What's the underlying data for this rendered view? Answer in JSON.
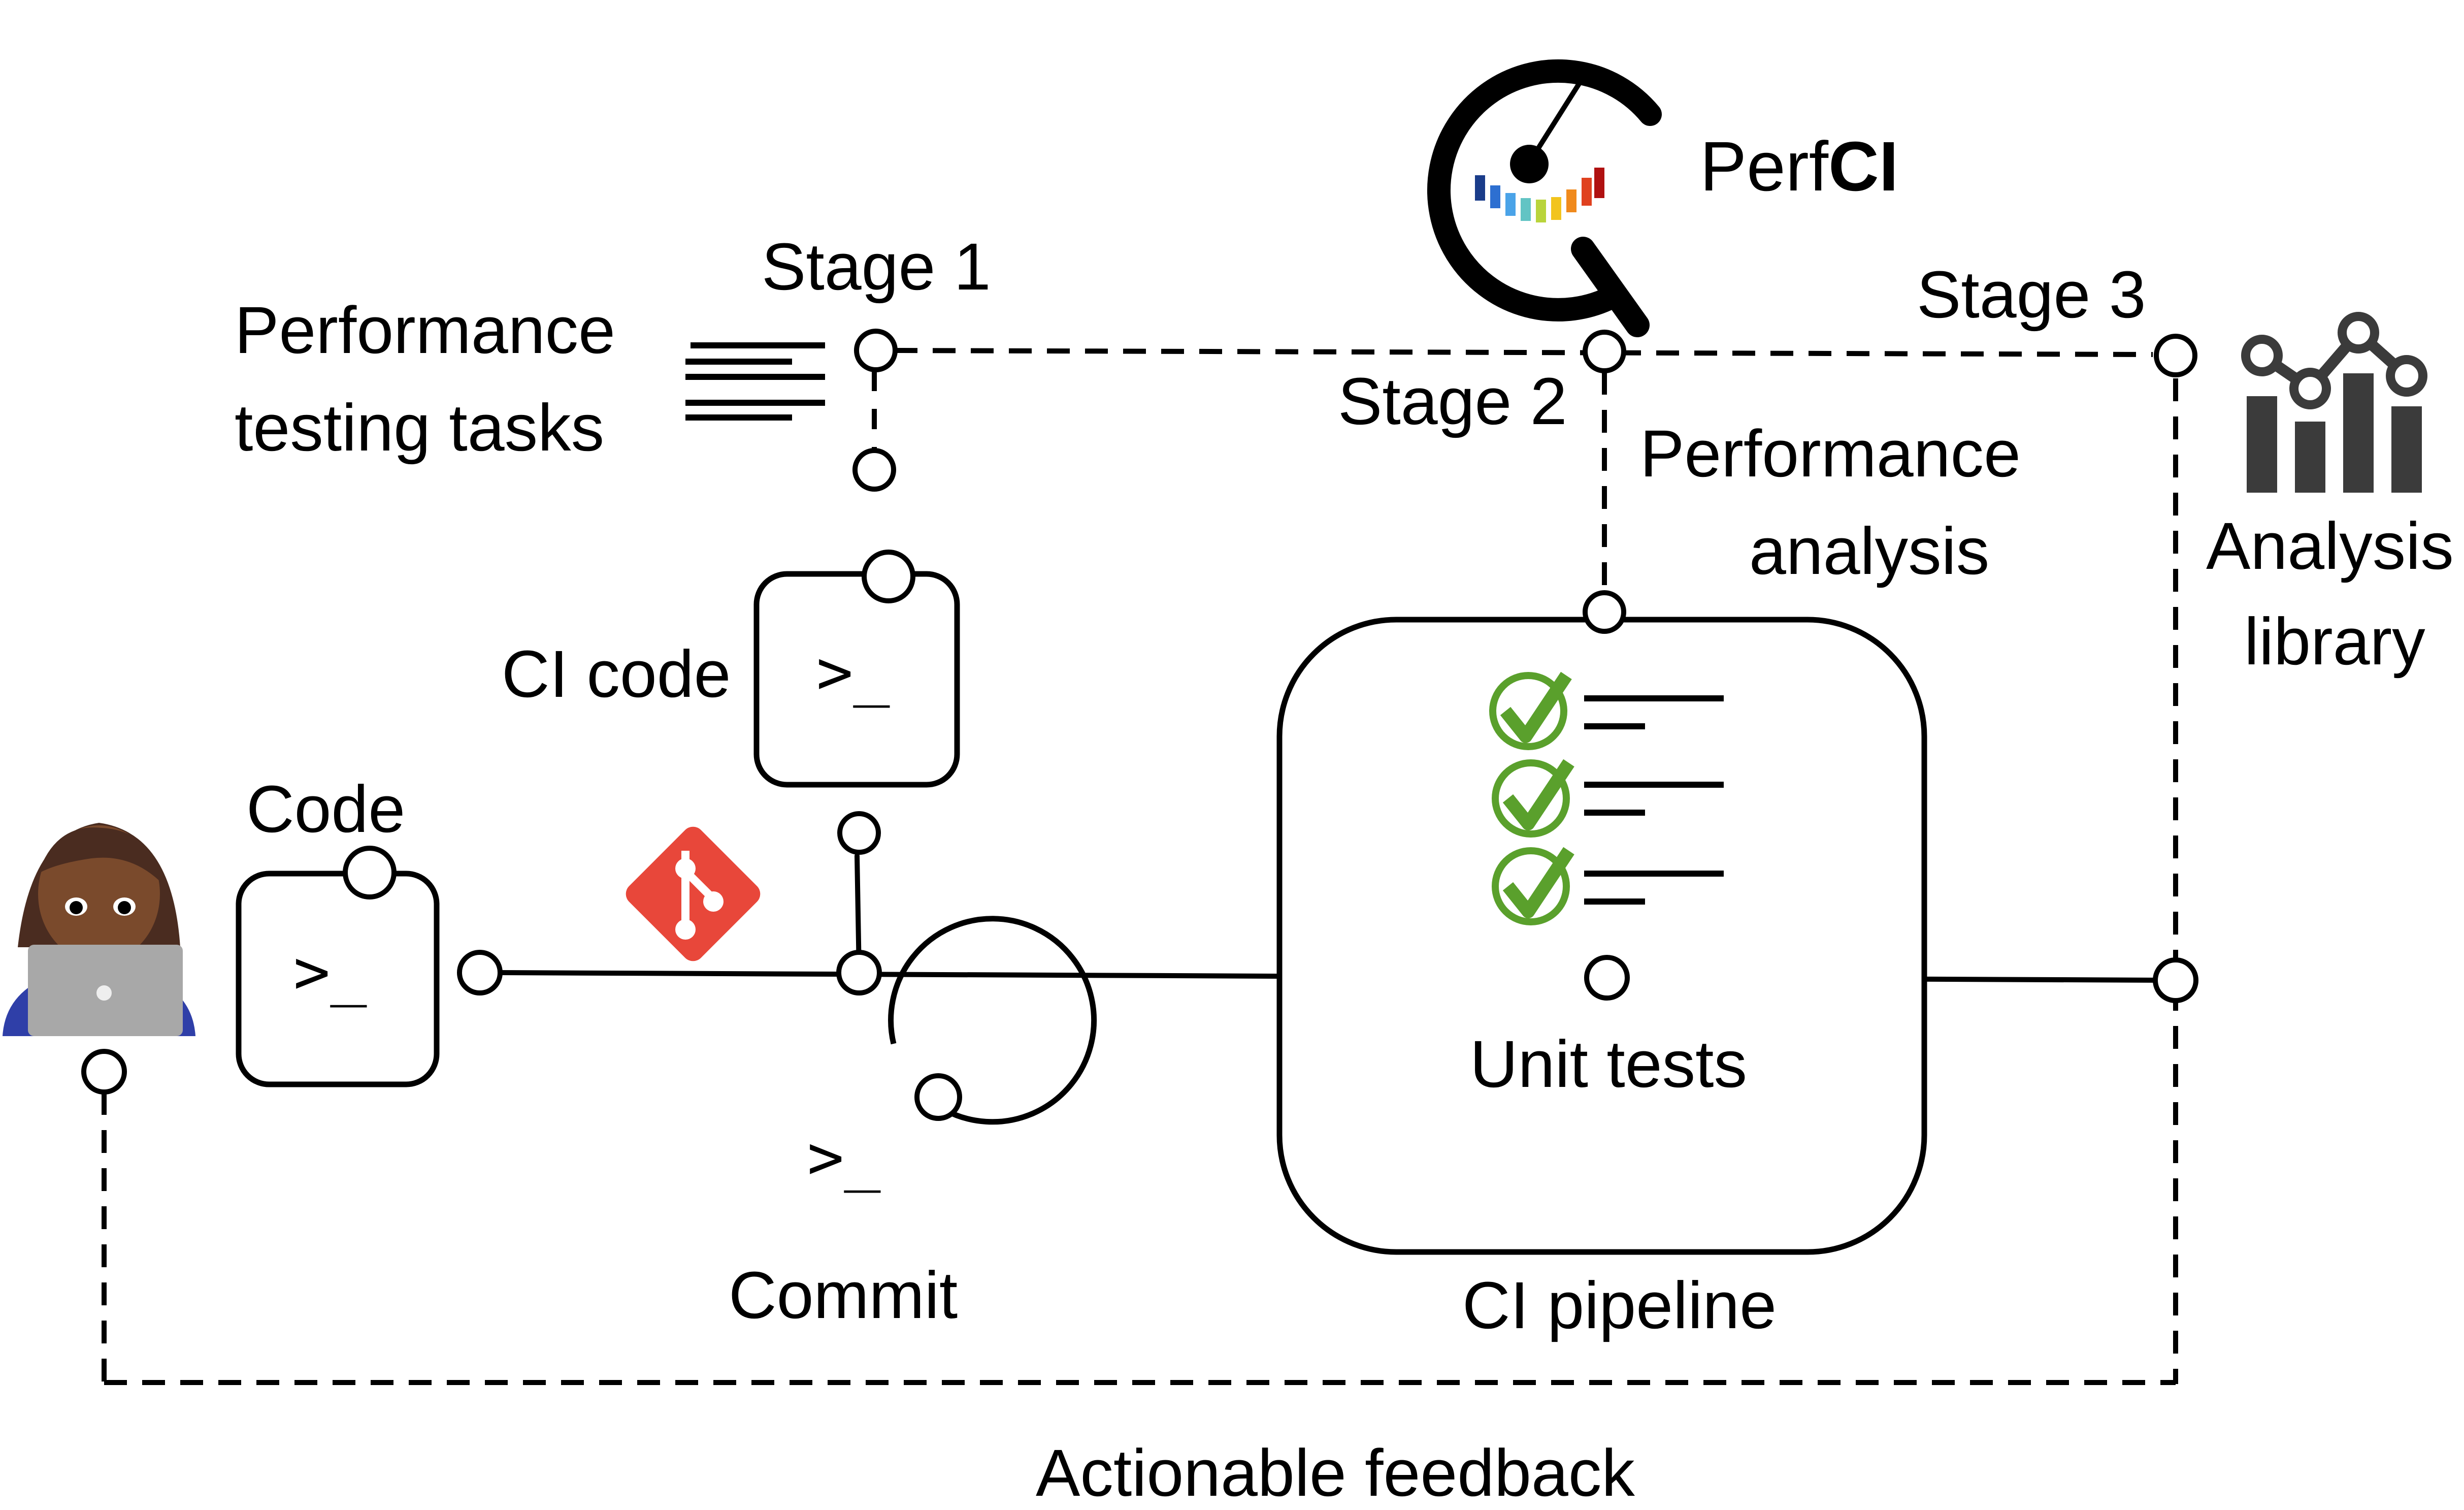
{
  "labels": {
    "perfci_prefix": "Perf",
    "perfci_bold": "CI",
    "stage1": "Stage 1",
    "stage2": "Stage 2",
    "stage3": "Stage 3",
    "perf_tasks_line1": "Performance",
    "perf_tasks_line2": "testing tasks",
    "perf_analysis_line1": "Performance",
    "perf_analysis_line2": "analysis",
    "analysis_library_line1": "Analysis",
    "analysis_library_line2": "library",
    "ci_code": "CI code",
    "code": "Code",
    "commit": "Commit",
    "unit_tests": "Unit tests",
    "ci_pipeline": "CI pipeline",
    "feedback": "Actionable feedback",
    "prompt_symbol": ">_"
  },
  "icons": [
    "developer-icon",
    "git-icon",
    "perfci-logo-icon",
    "analysis-library-icon",
    "checkmark-icon",
    "terminal-icon"
  ],
  "colors": {
    "git": "#e8473a",
    "check": "#5aa02c",
    "laptop": "#a8a8a8",
    "library": "#3b3b3b",
    "logo_bars": [
      "#1a3c8a",
      "#2d6fd1",
      "#4aa3e8",
      "#62c4c4",
      "#b9d43b",
      "#f2c41d",
      "#f08a1c",
      "#e0411f",
      "#b01111"
    ]
  }
}
